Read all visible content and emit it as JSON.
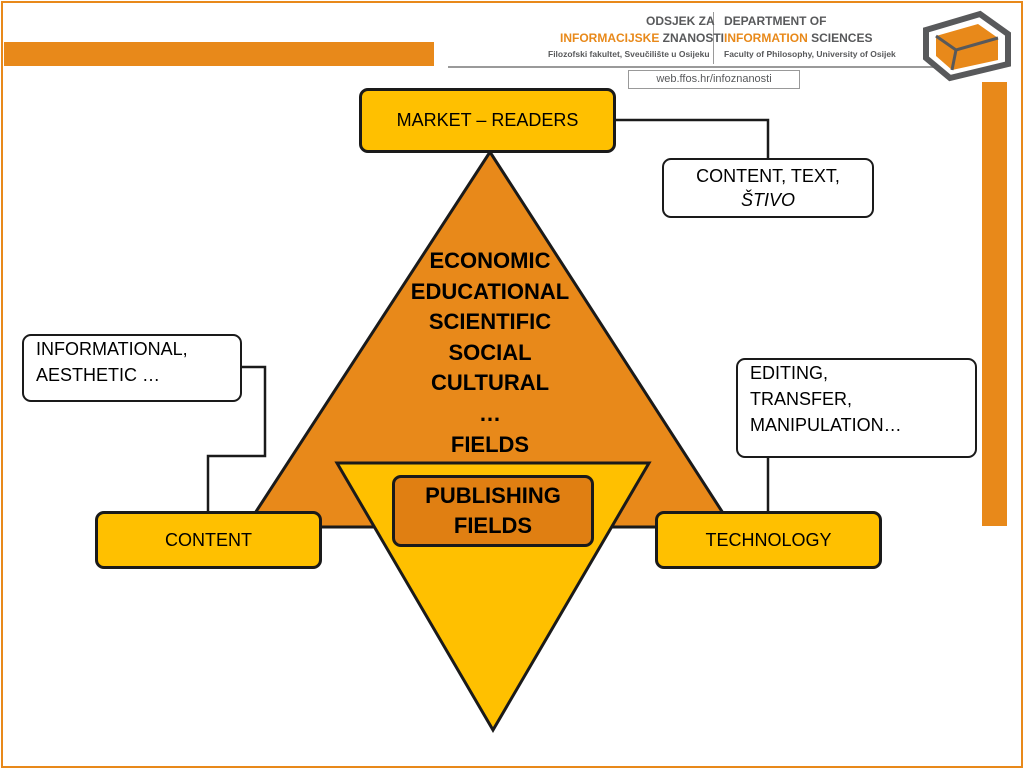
{
  "header": {
    "hr_line1": "ODSJEK ZA",
    "hr_line2a": "INFORMACIJSKE",
    "hr_line2b": " ZNANOSTI",
    "hr_line3": "Filozofski fakultet, Sveučilište u Osijeku",
    "en_line1": "DEPARTMENT OF",
    "en_line2a": "INFORMATION",
    "en_line2b": " SCIENCES",
    "en_line3": "Faculty of Philosophy, University of Osijek",
    "url": "web.ffos.hr/infoznanosti"
  },
  "diagram": {
    "market": "MARKET – READERS",
    "content_text_line1": "CONTENT, TEXT,",
    "content_text_line2": "ŠTIVO",
    "informational": [
      "INFORMATIONAL,",
      "AESTHETIC …"
    ],
    "editing": [
      "EDITING,",
      "TRANSFER,",
      "MANIPULATION…"
    ],
    "fields": [
      "ECONOMIC",
      "EDUCATIONAL",
      "SCIENTIFIC",
      "SOCIAL",
      "CULTURAL",
      "…",
      "FIELDS"
    ],
    "publishing": [
      "PUBLISHING",
      "FIELDS"
    ],
    "content": "CONTENT",
    "technology": "TECHNOLOGY"
  },
  "colors": {
    "accent": "#e8891a",
    "triangle_fill": "#e8891a",
    "box_fill": "#ffc000",
    "outline": "#1a1a1a"
  }
}
